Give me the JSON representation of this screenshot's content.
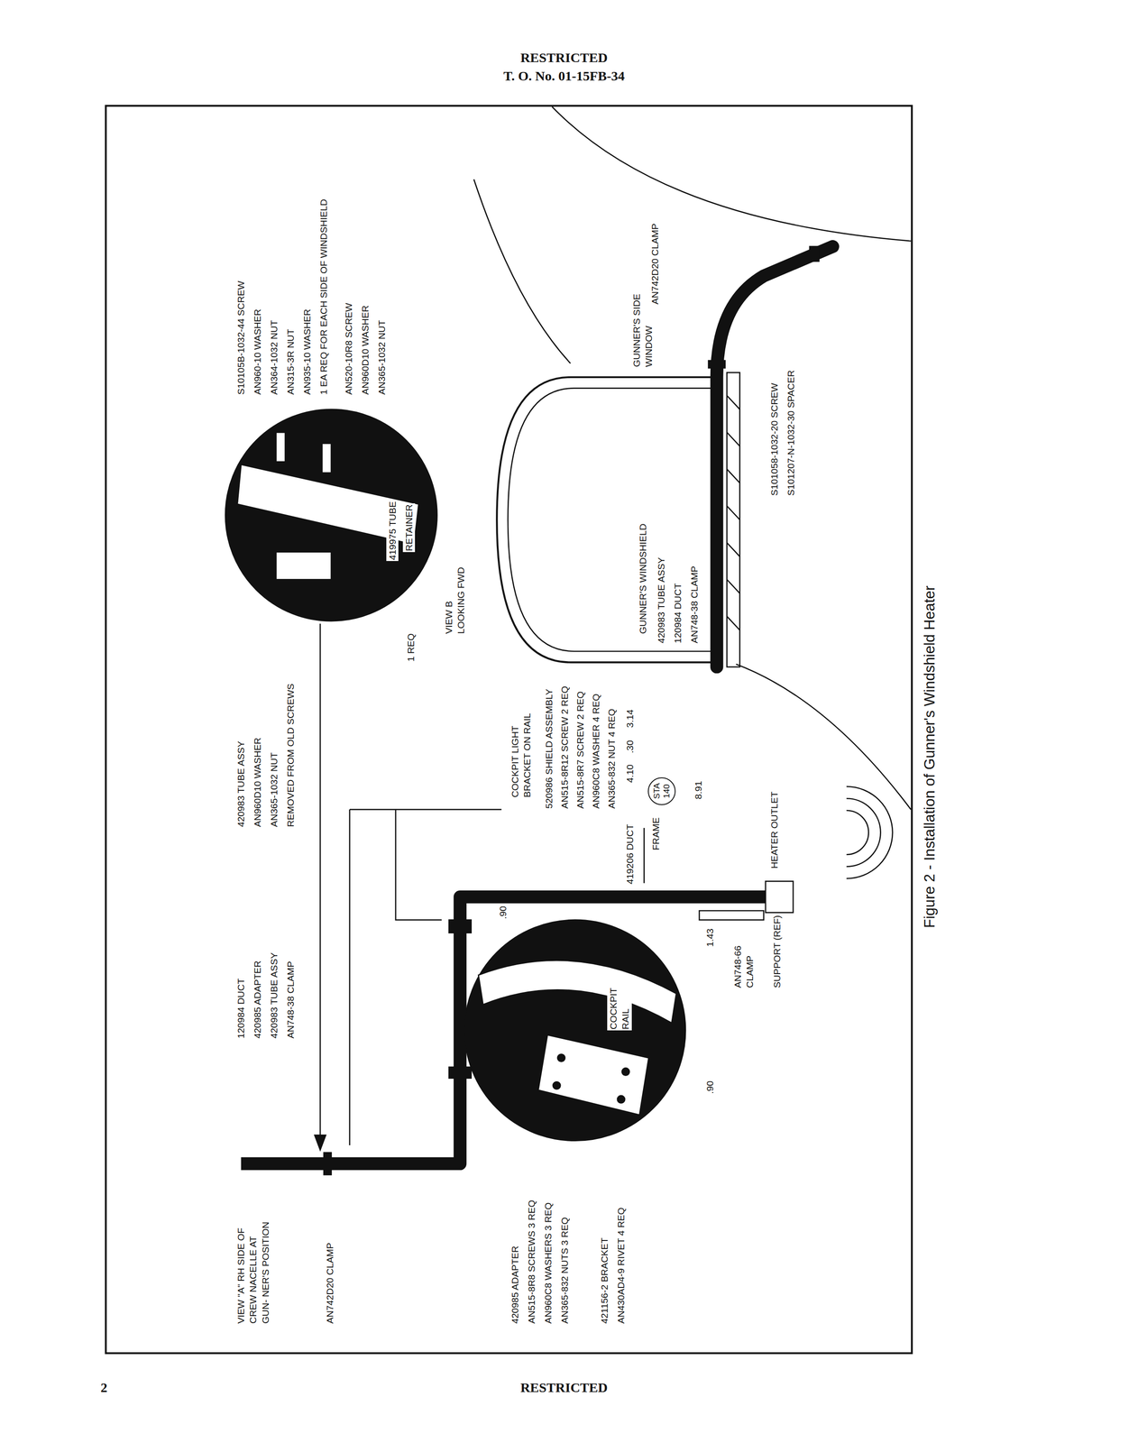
{
  "diagram": {
    "caption": "Figure 2 - Installation of Gunner's Windshield Heater",
    "nodes": [
      {
        "text": [
          "STA 140"
        ]
      }
    ],
    "labels": [
      "RESTRICTED",
      "T. O. No. 01-15FB-34",
      "S10105B-1032-44 SCREW",
      "AN960-10 WASHER",
      "AN364-1032 NUT",
      "AN315-3R NUT",
      "AN935-10 WASHER",
      "1 EA REQ FOR EACH SIDE OF WINDSHIELD",
      "AN520-10R8 SCREW",
      "AN960D10 WASHER",
      "AN365-1032 NUT",
      "419975 TUBE",
      "RETAINER",
      "1 REQ",
      "420983 TUBE ASSY",
      "AN960D10 WASHER",
      "AN365-1032 NUT",
      "REMOVED FROM OLD SCREWS",
      "120984 DUCT",
      "420985 ADAPTER",
      "420983 TUBE ASSY",
      "AN748-38 CLAMP",
      "VIEW \"A\" RH SIDE OF CREW NACELLE AT GUN- NER'S POSITION",
      "AN742D20 CLAMP",
      "420985 ADAPTER",
      "AN515-8R8 SCREWS 3 REQ",
      "AN960C8 WASHERS 3 REQ",
      "AN365-832 NUTS 3 REQ",
      "421156-2 BRACKET",
      "AN430AD4-9 RIVET 4 REQ",
      "COCKPIT RAIL",
      "1.43",
      ".90",
      ".90",
      "8.91",
      "419206 DUCT",
      "4.10",
      ".30",
      "3.14",
      "COCKPIT LIGHT BRACKET ON RAIL",
      "520986 SHIELD ASSEMBLY",
      "AN515-8R12 SCREW 2 REQ",
      "AN515-8R7 SCREW 2 REQ",
      "AN960C8 WASHER 4 REQ",
      "AN365-832 NUT 4 REQ",
      "FRAME",
      "HEATER OUTLET",
      "AN748-66 CLAMP",
      "SUPPORT (REF)",
      "VIEW B LOOKING FWD",
      "GUNNER'S WINDSHIELD",
      "GUNNER'S SIDE WINDOW",
      "AN742D20 CLAMP",
      "420983 TUBE ASSY",
      "120984 DUCT",
      "AN748-38 CLAMP",
      "S101058-1032-20 SCREW",
      "S101207-N-1032-30 SPACER",
      "2",
      "RESTRICTED"
    ]
  }
}
